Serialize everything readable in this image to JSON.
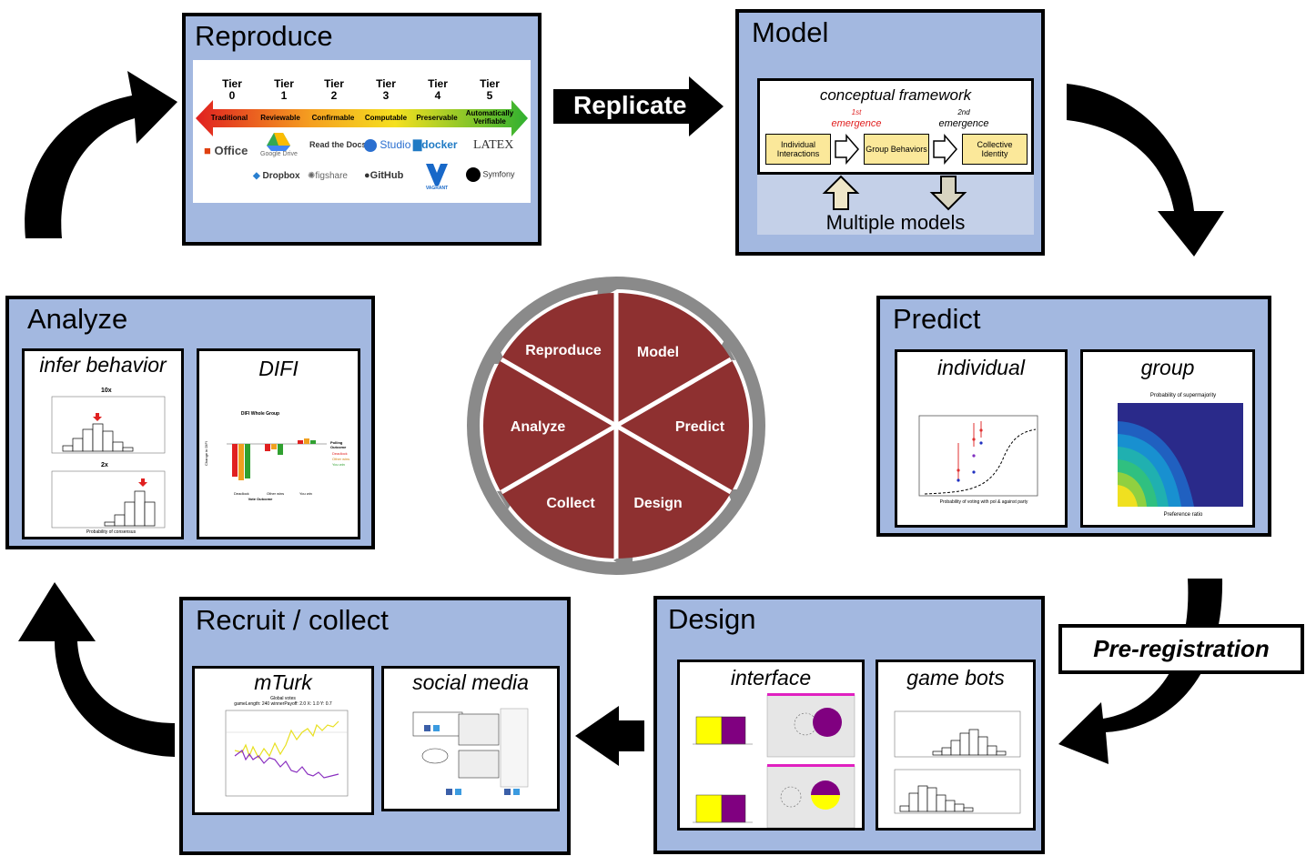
{
  "panels": {
    "reproduce": {
      "title": "Reproduce",
      "tiers": [
        {
          "label": "Tier",
          "num": "0"
        },
        {
          "label": "Tier",
          "num": "1"
        },
        {
          "label": "Tier",
          "num": "2"
        },
        {
          "label": "Tier",
          "num": "3"
        },
        {
          "label": "Tier",
          "num": "4"
        },
        {
          "label": "Tier",
          "num": "5"
        }
      ],
      "bar_labels": [
        "Traditional",
        "Reviewable",
        "Confirmable",
        "Computable",
        "Preservable",
        "Automatically Verifiable"
      ],
      "logos": [
        "Office",
        "Google Drive",
        "Read the Docs",
        "Studio",
        "docker",
        "LATEX",
        "Dropbox",
        "figshare",
        "GitHub",
        "VAGRANT",
        "Symfony"
      ]
    },
    "model": {
      "title": "Model",
      "framework_title": "conceptual framework",
      "emergence1_sup": "1st",
      "emergence1": "emergence",
      "emergence2_sup": "2nd",
      "emergence2": "emergence",
      "boxes": [
        "Individual Interactions",
        "Group Behaviors",
        "Collective Identity"
      ],
      "caption": "Multiple models"
    },
    "predict": {
      "title": "Predict",
      "sub1": "individual",
      "sub2": "group",
      "sub2_chart_title": "Probability of supermajority",
      "sub2_xlabel": "Preference ratio",
      "sub1_xlabel": "Probability of voting with pol & against party"
    },
    "design": {
      "title": "Design",
      "sub1": "interface",
      "sub2": "game bots"
    },
    "recruit": {
      "title": "Recruit / collect",
      "sub1": "mTurk",
      "sub2": "social media",
      "mturk_chart_title": "Global votes",
      "mturk_chart_subtitle": "gameLength: 240 winnerPayoff: 2.0 X: 1.0 Y: 0.7"
    },
    "analyze": {
      "title": "Analyze",
      "sub1": "infer behavior",
      "sub2": "DIFI",
      "chart1_label": "10x",
      "chart2_label": "2x",
      "xlabel": "Probability of consensus",
      "difi_title": "DIFI Whole Group",
      "difi_xlabel": "Vote Outcome",
      "difi_ylabel": "Change in DIFI",
      "difi_legend_title": "Polling Outcome",
      "difi_legend": [
        "Deadlock",
        "Other wins",
        "You win"
      ],
      "difi_cats": [
        "Deadlock",
        "Other wins",
        "You win"
      ]
    }
  },
  "connectors": {
    "replicate": "Replicate",
    "preregistration": "Pre-registration"
  },
  "wheel": {
    "segments": [
      "Reproduce",
      "Model",
      "Predict",
      "Design",
      "Collect",
      "Analyze"
    ]
  },
  "colors": {
    "panel_bg": "#a3b8e0",
    "wheel_fill": "#8e3030",
    "wheel_ring": "#8a8a8a",
    "box_fill": "#fbe89a",
    "yellow": "#ffff00",
    "purple": "#800080"
  }
}
